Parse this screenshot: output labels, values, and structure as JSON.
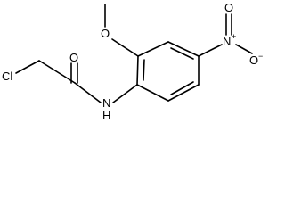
{
  "structure": {
    "atoms": {
      "chlorine": "Cl",
      "carbonyl_oxygen": "O",
      "amide_nitrogen": "N",
      "amide_hydrogen": "H",
      "methoxy_oxygen": "O",
      "nitro_nitrogen": "N",
      "nitro_plus": "+",
      "nitro_oxygen_top": "O",
      "nitro_oxygen_right": "O",
      "nitro_minus": "−"
    }
  }
}
